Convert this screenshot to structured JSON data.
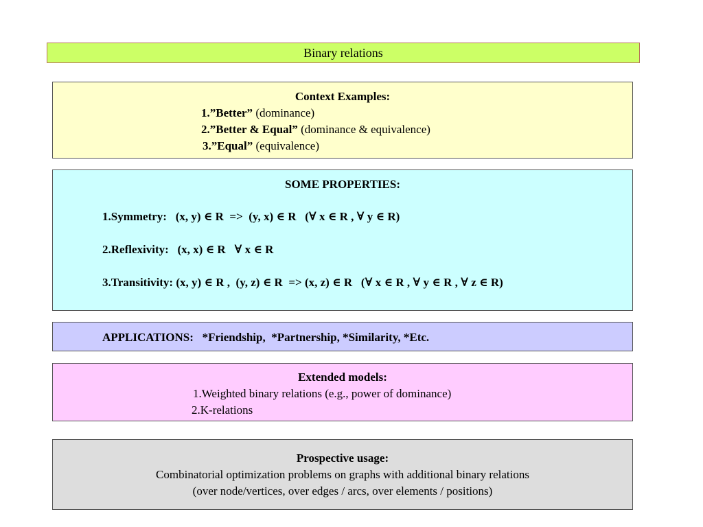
{
  "title": "Binary relations",
  "context": {
    "heading": "Context Examples:",
    "items": [
      {
        "term": "1.”Better”",
        "desc": " (dominance)"
      },
      {
        "term": "2.”Better & Equal”",
        "desc": " (dominance & equivalence)"
      },
      {
        "term": "3.”Equal”",
        "desc": " (equivalence)"
      }
    ]
  },
  "properties": {
    "heading": "SOME PROPERTIES:",
    "items": [
      "1.Symmetry:   (x, y) ∈ R  =>  (y, x) ∈ R   (∀ x ∈ R , ∀ y ∈ R)",
      "2.Reflexivity:   (x, x) ∈ R   ∀ x ∈ R",
      "3.Transitivity: (x, y) ∈ R ,  (y, z) ∈ R  => (x, z) ∈ R   (∀ x ∈ R , ∀ y ∈ R , ∀ z ∈ R)"
    ]
  },
  "applications": {
    "text": "APPLICATIONS:   *Friendship,  *Partnership, *Similarity, *Etc."
  },
  "extended": {
    "heading": "Extended models:",
    "items": [
      "1.Weighted binary relations (e.g., power of dominance)",
      "2.K-relations"
    ]
  },
  "prospective": {
    "heading": "Prospective usage:",
    "lines": [
      "Combinatorial optimization problems on graphs with additional binary relations",
      "(over node/vertices, over edges / arcs, over elements / positions)"
    ]
  },
  "colors": {
    "title_bg": "#ccff66",
    "context_bg": "#ffffcc",
    "properties_bg": "#ccffff",
    "applications_bg": "#ccccff",
    "extended_bg": "#ffccff",
    "prospective_bg": "#dddddd"
  }
}
